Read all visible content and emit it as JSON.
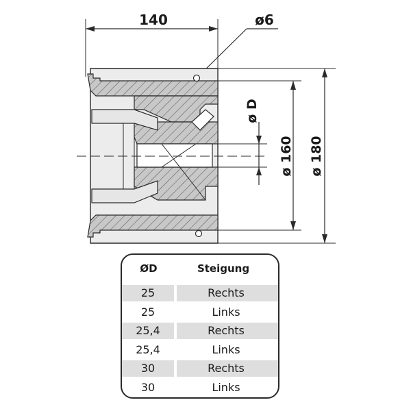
{
  "dimensions": {
    "length": "140",
    "hole_diameter": "ø6",
    "bore_diameter": "ø D",
    "inner_diameter": "ø 160",
    "outer_diameter": "ø 180"
  },
  "table": {
    "headers": [
      "ØD",
      "Steigung"
    ],
    "rows": [
      {
        "d": "25",
        "steigung": "Rechts"
      },
      {
        "d": "25",
        "steigung": "Links"
      },
      {
        "d": "25,4",
        "steigung": "Rechts"
      },
      {
        "d": "25,4",
        "steigung": "Links"
      },
      {
        "d": "30",
        "steigung": "Rechts"
      },
      {
        "d": "30",
        "steigung": "Links"
      }
    ]
  },
  "colors": {
    "body_fill": "#c8c8c8",
    "hatch": "#4a4a4a",
    "line": "#2a2a2a",
    "row_shade": "#dedede"
  }
}
